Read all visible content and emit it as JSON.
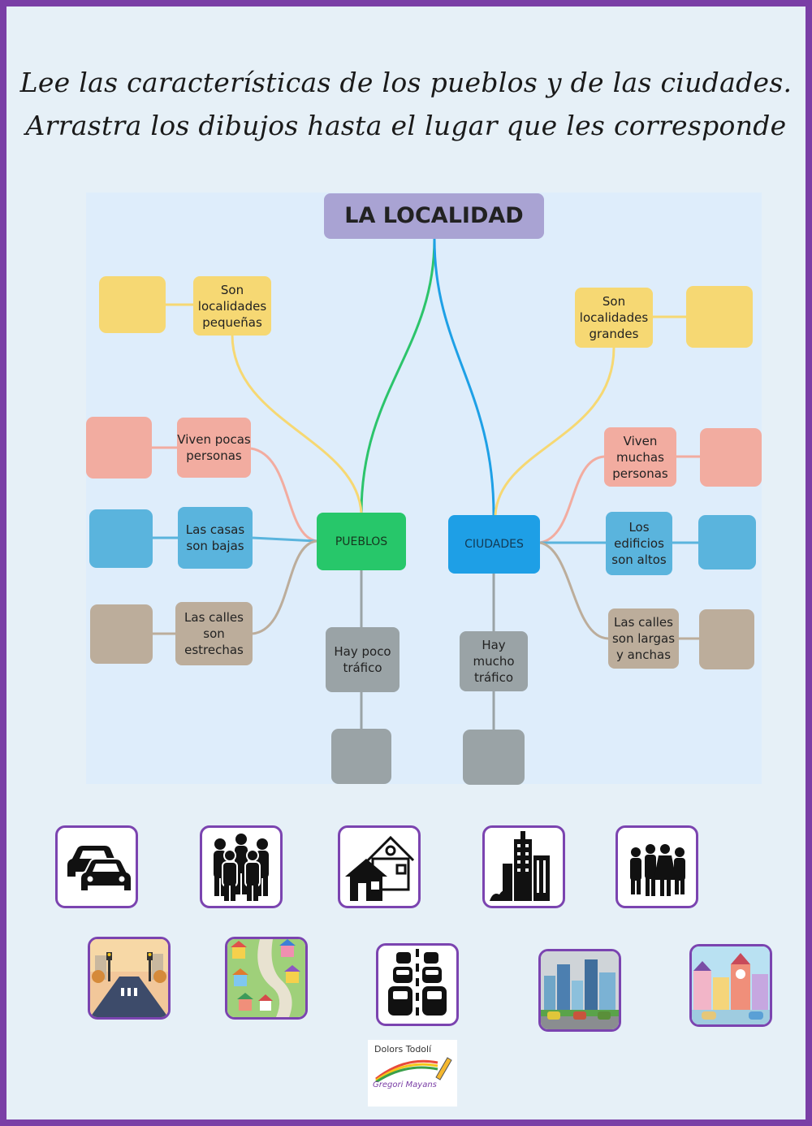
{
  "title": {
    "line1": "Lee las características de los pueblos y  de las ciudades.",
    "line2": "Arrastra los dibujos hasta el lugar que les corresponde"
  },
  "map": {
    "root": "LA LOCALIDAD",
    "pueblos": {
      "label": "PUEBLOS",
      "small": "Son localidades pequeñas",
      "few_people": "Viven pocas personas",
      "low_houses": "Las casas son bajas",
      "narrow_streets": "Las calles son estrechas",
      "little_traffic": "Hay poco tráfico"
    },
    "ciudades": {
      "label": "CIUDADES",
      "big": "Son localidades grandes",
      "many_people": "Viven muchas personas",
      "tall_buildings": "Los edificios son altos",
      "wide_streets": "Las calles son largas y anchas",
      "much_traffic": "Hay mucho tráfico"
    }
  },
  "cards": [
    {
      "icon": "two-cars-icon"
    },
    {
      "icon": "crowd-icon"
    },
    {
      "icon": "houses-icon"
    },
    {
      "icon": "skyscrapers-icon"
    },
    {
      "icon": "small-group-icon"
    },
    {
      "icon": "wide-street-illustration"
    },
    {
      "icon": "village-illustration"
    },
    {
      "icon": "traffic-jam-icon"
    },
    {
      "icon": "city-skyline-illustration"
    },
    {
      "icon": "town-street-illustration"
    }
  ],
  "logo": {
    "name": "Dolors Todolí",
    "school": "Gregori Mayans"
  },
  "colors": {
    "border": "#7a3fa6",
    "yellow": "#f6d873",
    "pink": "#f2aca0",
    "blue": "#5ab4dd",
    "tan": "#bcad9b",
    "grey": "#9aa3a6",
    "pueblos": "#27c76a",
    "ciudades": "#1e9fe6",
    "root": "#a9a3d3"
  }
}
